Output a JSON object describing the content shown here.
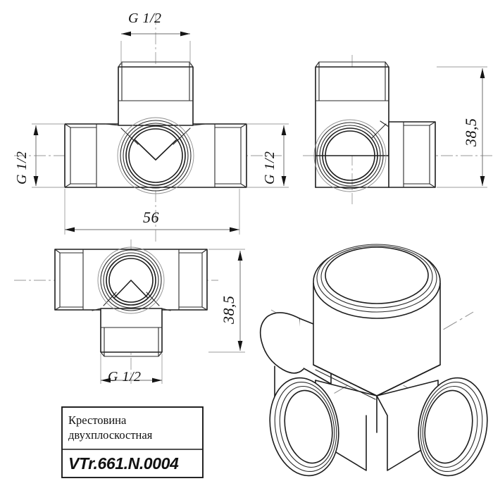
{
  "drawing": {
    "kind": "engineering-drawing",
    "background_color": "#ffffff",
    "line_color": "#1d1d1d",
    "centerline_color": "#9a9a9a",
    "dimension_color": "#6e6e6e"
  },
  "title_block": {
    "name_line1": "Крестовина",
    "name_line2": "двухплоскостная",
    "code": "VTr.661.N.0004"
  },
  "dimensions": {
    "top_thread": "G 1/2",
    "left_thread": "G 1/2",
    "right_thread": "G 1/2",
    "bottom_thread": "G 1/2",
    "overall_length": "56",
    "height_right": "38,5",
    "height_bottom": "38,5"
  },
  "views": {
    "front": {
      "name": "front-view",
      "description": "T-shaped fitting, horizontal run with upward branch, threaded socket at centre"
    },
    "side": {
      "name": "side-view",
      "description": "Elbow shaped fitting, upward branch and rightward branch, socket facing viewer"
    },
    "top": {
      "name": "top-view",
      "description": "T-shaped fitting, horizontal run with downward branch, threaded socket at centre"
    },
    "isometric": {
      "name": "isometric-view",
      "description": "Four-way cross fitting shown in 3D isometric projection with four threaded sockets"
    }
  }
}
